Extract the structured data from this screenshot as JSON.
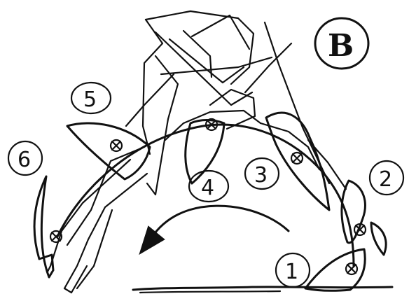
{
  "panel": {
    "label": "B"
  },
  "positions": [
    {
      "label": "1"
    },
    {
      "label": "2"
    },
    {
      "label": "3"
    },
    {
      "label": "4"
    },
    {
      "label": "5"
    },
    {
      "label": "6"
    }
  ],
  "ink_color": "#111111",
  "background": "#ffffff"
}
